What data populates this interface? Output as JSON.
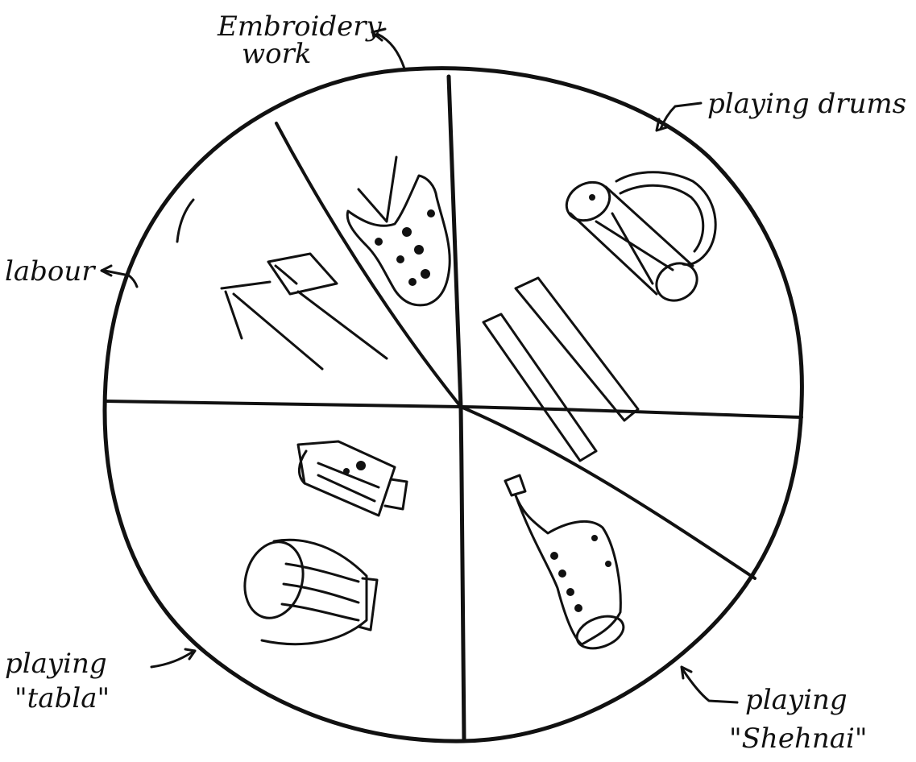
{
  "labels": {
    "embroidery": [
      "Embroidery",
      "work"
    ],
    "drums": [
      "playing drums"
    ],
    "labour": [
      "labour"
    ],
    "tabla": [
      "playing",
      "\"tabla\""
    ],
    "shehnai": [
      "playing",
      "\"Shehnai\""
    ]
  },
  "colors": {
    "ink": "#111111",
    "paper": "#ffffff"
  }
}
